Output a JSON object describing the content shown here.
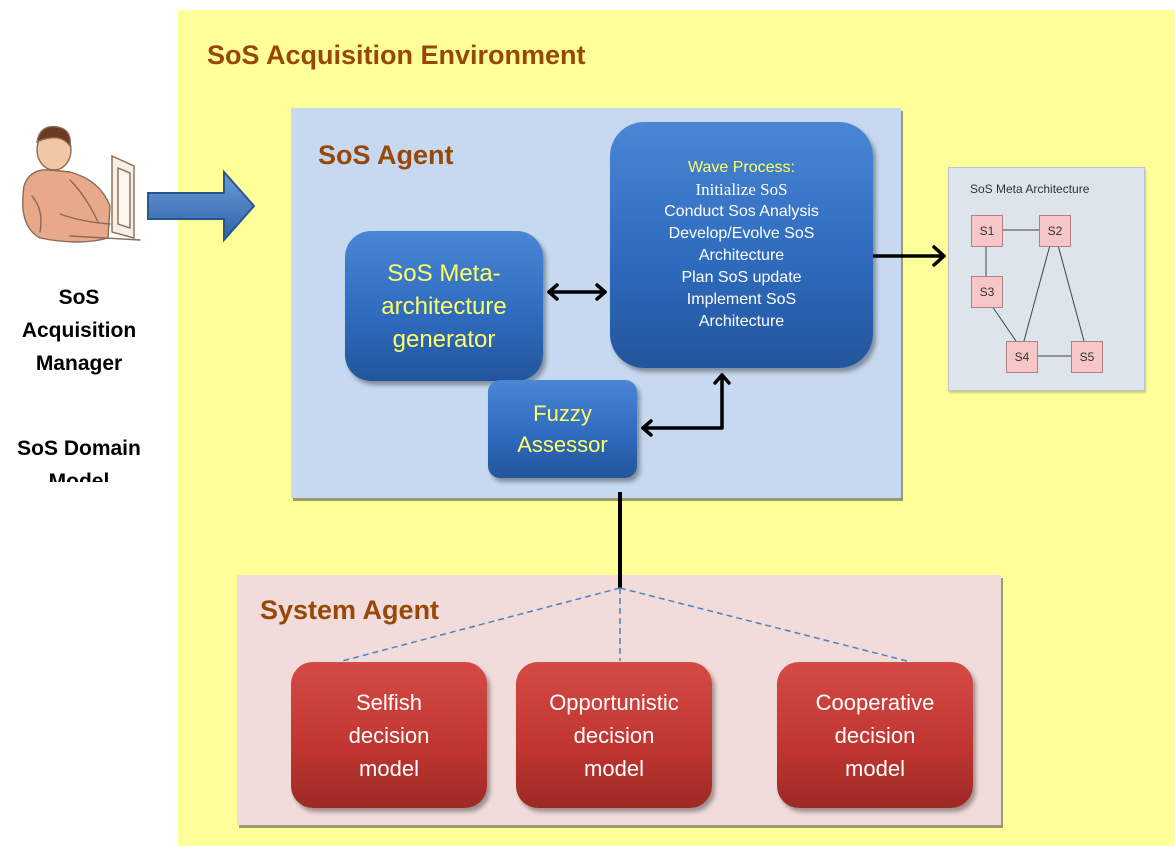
{
  "environment": {
    "title": "SoS Acquisition Environment"
  },
  "sos_agent": {
    "title": "SoS Agent",
    "meta_generator": {
      "line1": "SoS Meta-",
      "line2": "architecture",
      "line3": "generator"
    },
    "wave_process": {
      "title": "Wave Process:",
      "items": [
        "Initialize SoS",
        "Conduct Sos Analysis",
        "Develop/Evolve SoS",
        "Architecture",
        "Plan SoS update",
        "Implement SoS",
        "Architecture"
      ]
    },
    "fuzzy_assessor": {
      "line1": "Fuzzy",
      "line2": "Assessor"
    }
  },
  "system_agent": {
    "title": "System Agent",
    "models": [
      {
        "line1": "Selfish",
        "line2": "decision",
        "line3": "model"
      },
      {
        "line1": "Opportunistic",
        "line2": "decision",
        "line3": "model"
      },
      {
        "line1": "Cooperative",
        "line2": "decision",
        "line3": "model"
      }
    ]
  },
  "meta_architecture": {
    "title": "SoS  Meta Architecture",
    "nodes": [
      "S1",
      "S2",
      "S3",
      "S4",
      "S5"
    ],
    "edges": [
      [
        "S1",
        "S2"
      ],
      [
        "S1",
        "S3"
      ],
      [
        "S3",
        "S4"
      ],
      [
        "S2",
        "S4"
      ],
      [
        "S2",
        "S5"
      ],
      [
        "S4",
        "S5"
      ]
    ]
  },
  "manager": {
    "label_lines": [
      "SoS",
      "Acquisition",
      "Manager"
    ],
    "domain_lines": [
      "SoS Domain",
      "Model"
    ]
  },
  "colors": {
    "environment_bg": "#ffff99",
    "sos_agent_bg": "#c6d9f0",
    "system_agent_bg": "#f2dcdb",
    "title_color": "#984806",
    "blue_box_text": "#ffff66",
    "red_box": "#c0352f"
  }
}
